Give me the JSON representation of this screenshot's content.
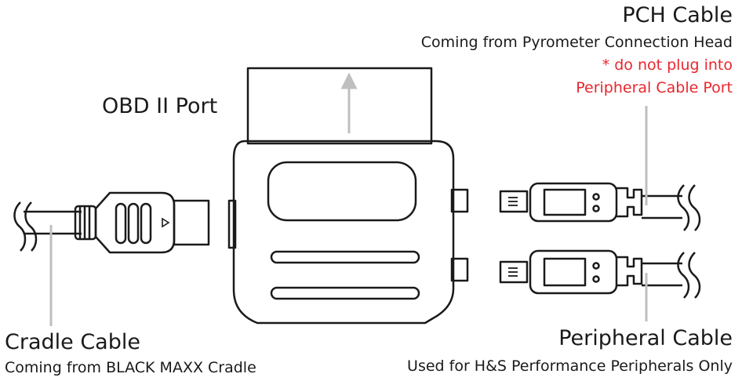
{
  "labels": {
    "obd_port": "OBD II Port",
    "pch_cable": {
      "title": "PCH Cable",
      "subtitle": "Coming from Pyrometer Connection Head",
      "warning_line1": "* do not plug into",
      "warning_line2": "Peripheral Cable Port"
    },
    "cradle_cable": {
      "title": "Cradle Cable",
      "subtitle": "Coming from BLACK MAXX Cradle"
    },
    "peripheral_cable": {
      "title": "Peripheral Cable",
      "subtitle": "Used for H&S Performance Peripherals Only"
    }
  },
  "colors": {
    "outline": "#1a1a1a",
    "leader_line": "#bfbfbf",
    "warning": "#e8262d"
  }
}
